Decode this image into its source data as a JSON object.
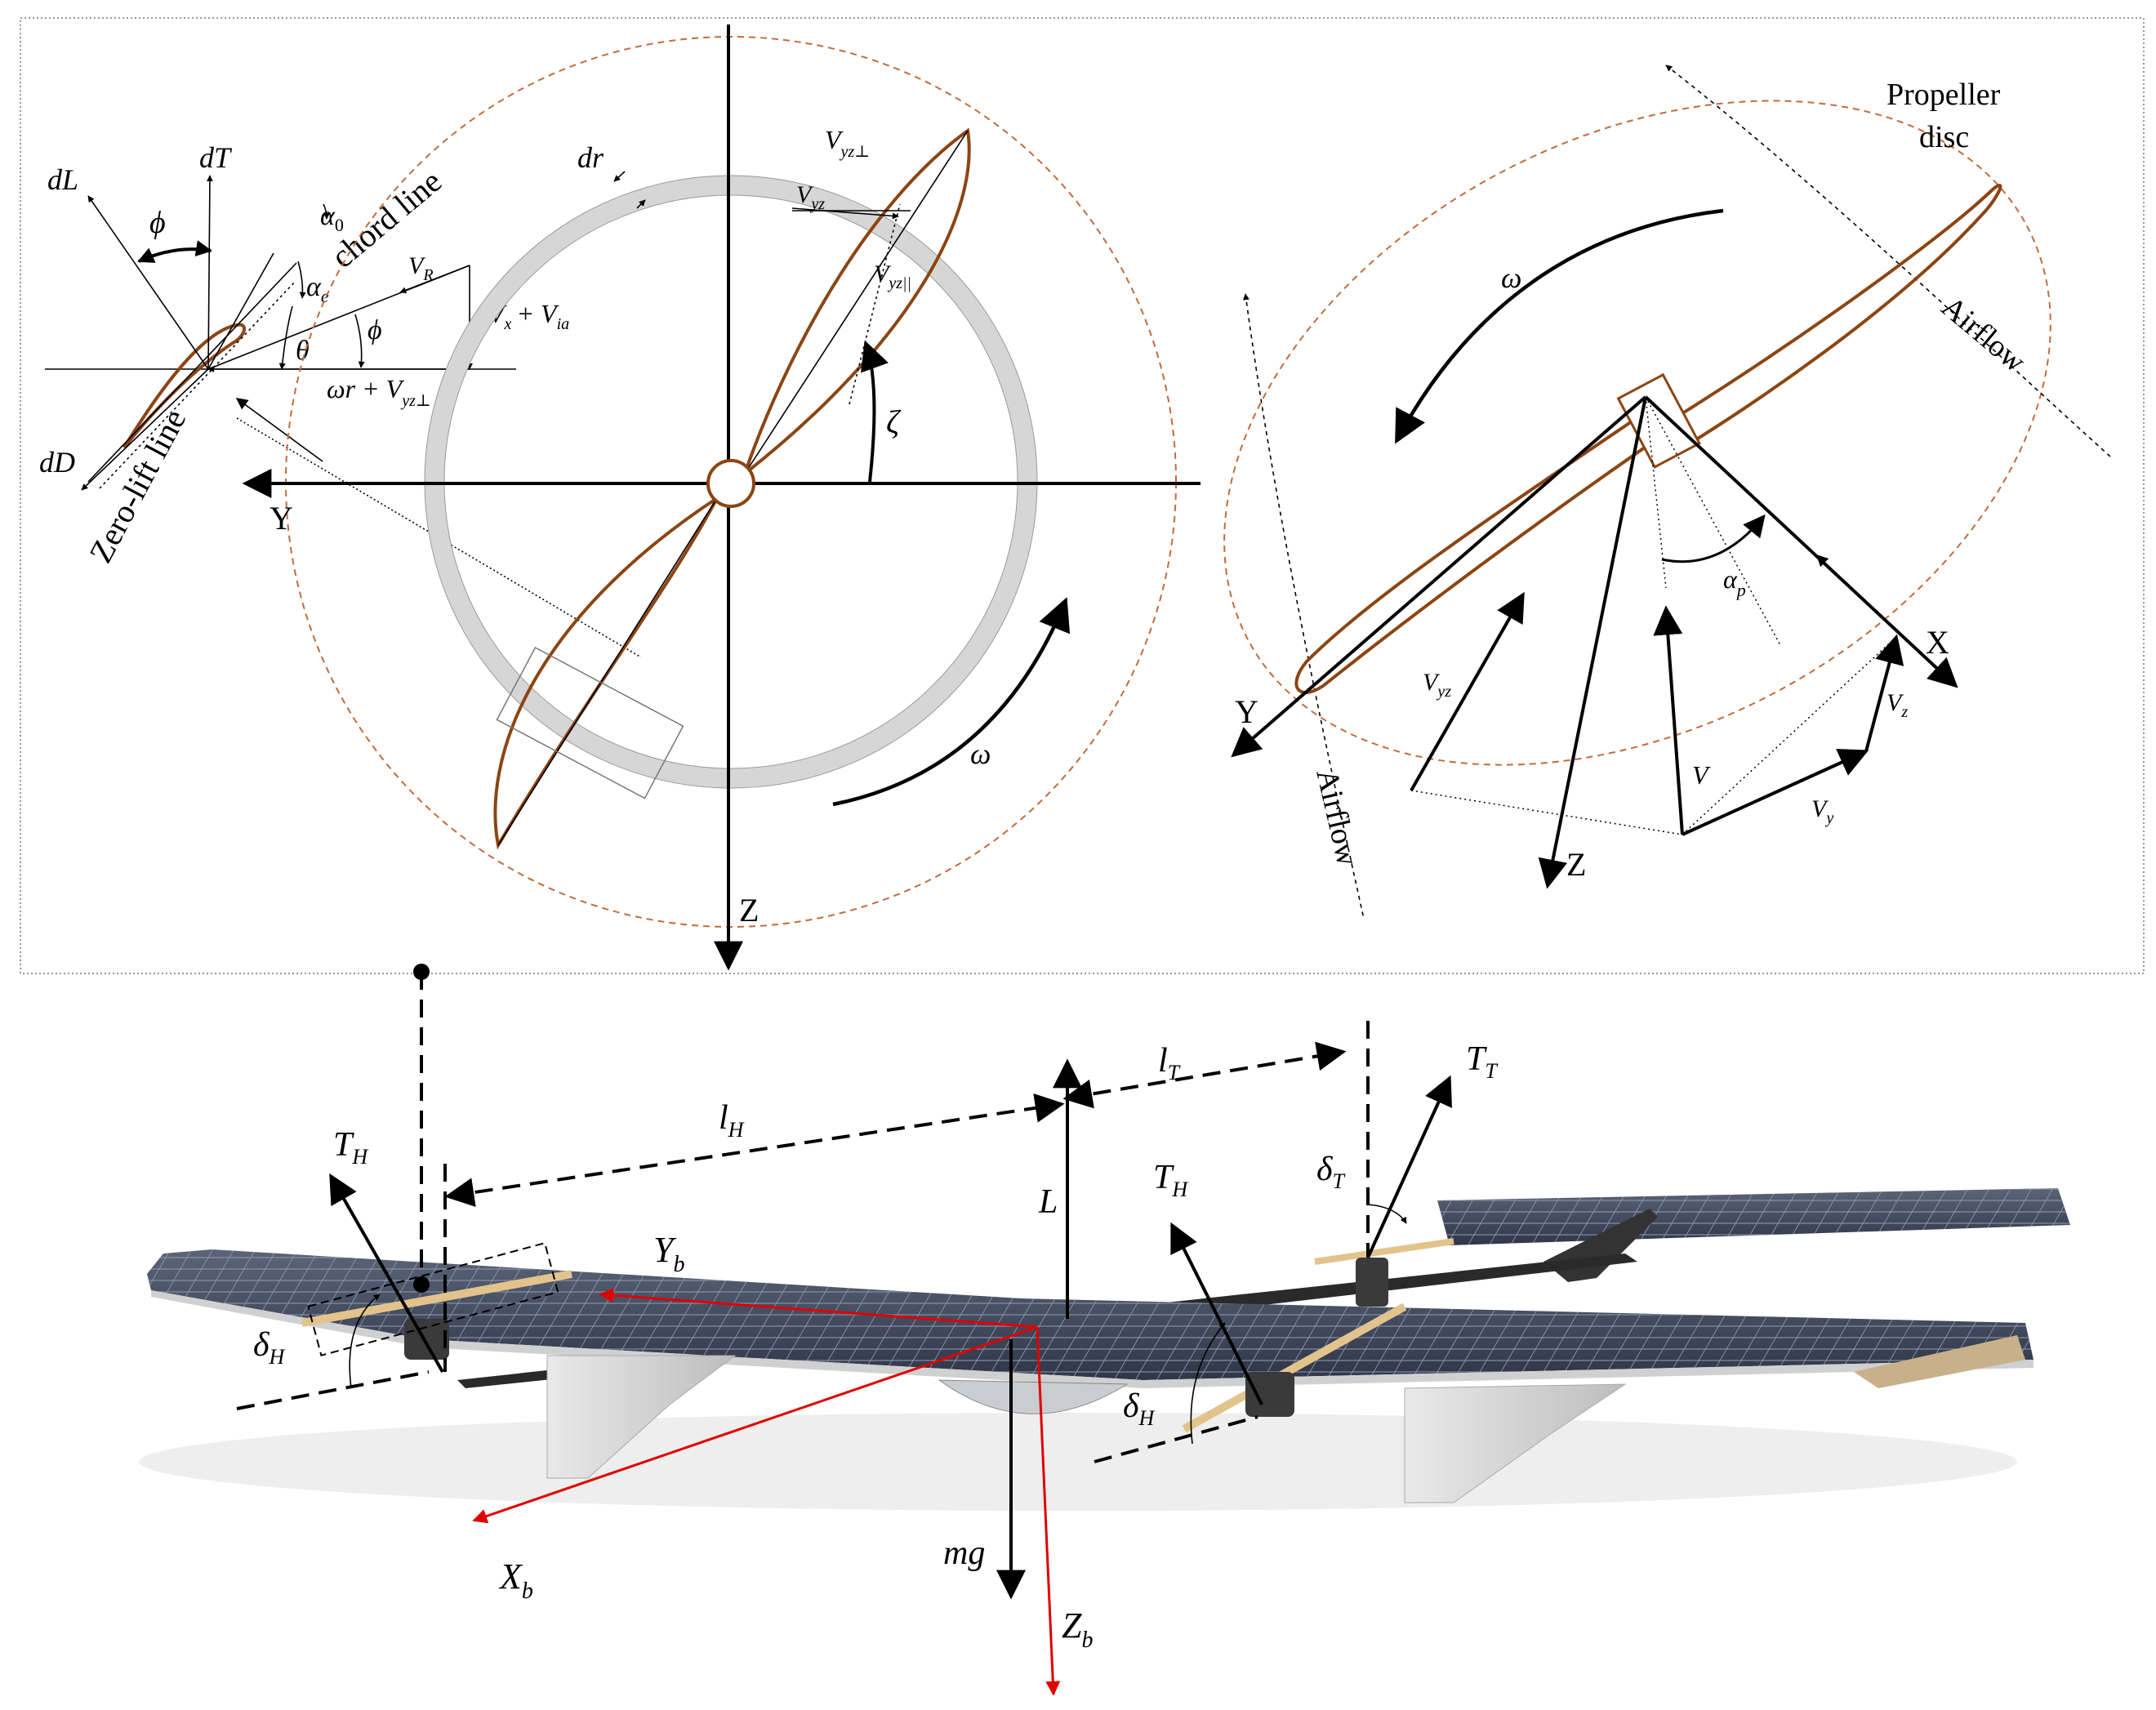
{
  "airfoil_panel": {
    "dL": "dL",
    "dT": "dT",
    "phi": "ϕ",
    "alpha0": "α",
    "alpha0_sub": "0",
    "alphae": "α",
    "alphae_sub": "e",
    "chord_line": "chord line",
    "VR": "V",
    "VR_sub": "R",
    "theta": "θ",
    "phi2": "ϕ",
    "Vx": "V",
    "Vx_sub": "x",
    "Vx_plus": "+ V",
    "Via_sub": "ia",
    "omega_r": "ωr + V",
    "omega_r_sub": "yz⊥",
    "dD": "dD",
    "zero_lift": "Zero-lift line"
  },
  "front_view": {
    "dr": "dr",
    "Vyz_perp": "V",
    "Vyz_perp_sub": "yz⊥",
    "Vyz": "V",
    "Vyz_sub": "yz",
    "Vyz_par": "V",
    "Vyz_par_sub": "yz||",
    "zeta": "ζ",
    "Y": "Y",
    "Z": "Z",
    "omega": "ω"
  },
  "oblique_view": {
    "propeller_disc": "Propeller",
    "propeller_disc2": "disc",
    "omega": "ω",
    "airflow1": "Airflow",
    "airflow2": "Airflow",
    "alpha_p": "α",
    "alpha_p_sub": "p",
    "X": "X",
    "Y": "Y",
    "Z": "Z",
    "Vyz": "V",
    "Vyz_sub": "yz",
    "Vz": "V",
    "Vz_sub": "z",
    "V": "V",
    "Vy": "V",
    "Vy_sub": "y"
  },
  "aircraft": {
    "lT": "l",
    "lT_sub": "T",
    "lH": "l",
    "lH_sub": "H",
    "TT": "T",
    "TT_sub": "T",
    "TH_left": "T",
    "TH_left_sub": "H",
    "TH_right": "T",
    "TH_right_sub": "H",
    "L": "L",
    "deltaT": "δ",
    "deltaT_sub": "T",
    "deltaH_left": "δ",
    "deltaH_left_sub": "H",
    "deltaH_right": "δ",
    "deltaH_right_sub": "H",
    "Yb": "Y",
    "Yb_sub": "b",
    "Xb": "X",
    "Xb_sub": "b",
    "Zb": "Z",
    "Zb_sub": "b",
    "mg": "mg"
  },
  "colors": {
    "blade": "#8b4513",
    "disc": "#c46b3a",
    "body_axes": "#e00000"
  }
}
